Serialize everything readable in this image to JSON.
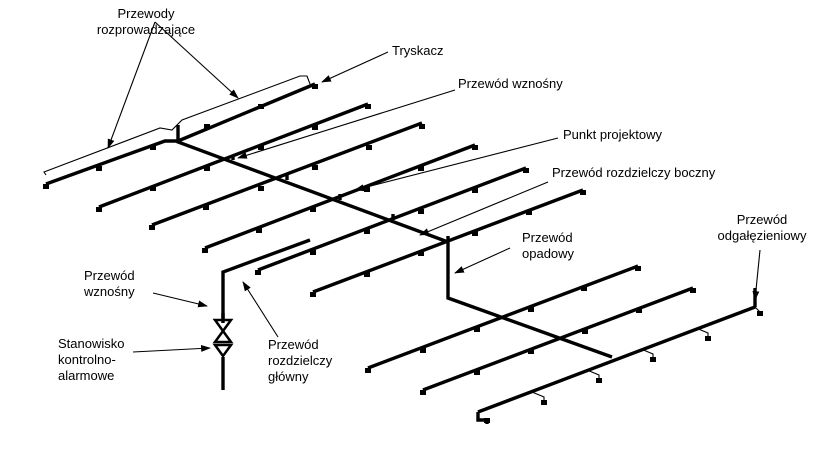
{
  "labels": {
    "distribution_pipes": [
      "Przewody",
      "rozprowadzające"
    ],
    "sprinkler": "Tryskacz",
    "riser_top": "Przewód wznośny",
    "design_point": "Punkt projektowy",
    "side_main": "Przewód rozdzielczy boczny",
    "drop_pipe": [
      "Przewód",
      "opadowy"
    ],
    "branch_pipe": [
      "Przewód",
      "odgałęzieniowy"
    ],
    "riser_left": [
      "Przewód",
      "wznośny"
    ],
    "alarm_station": [
      "Stanowisko",
      "kontrolno-",
      "alarmowe"
    ],
    "main_distribution": [
      "Przewód",
      "rozdzielczy",
      "główny"
    ]
  }
}
